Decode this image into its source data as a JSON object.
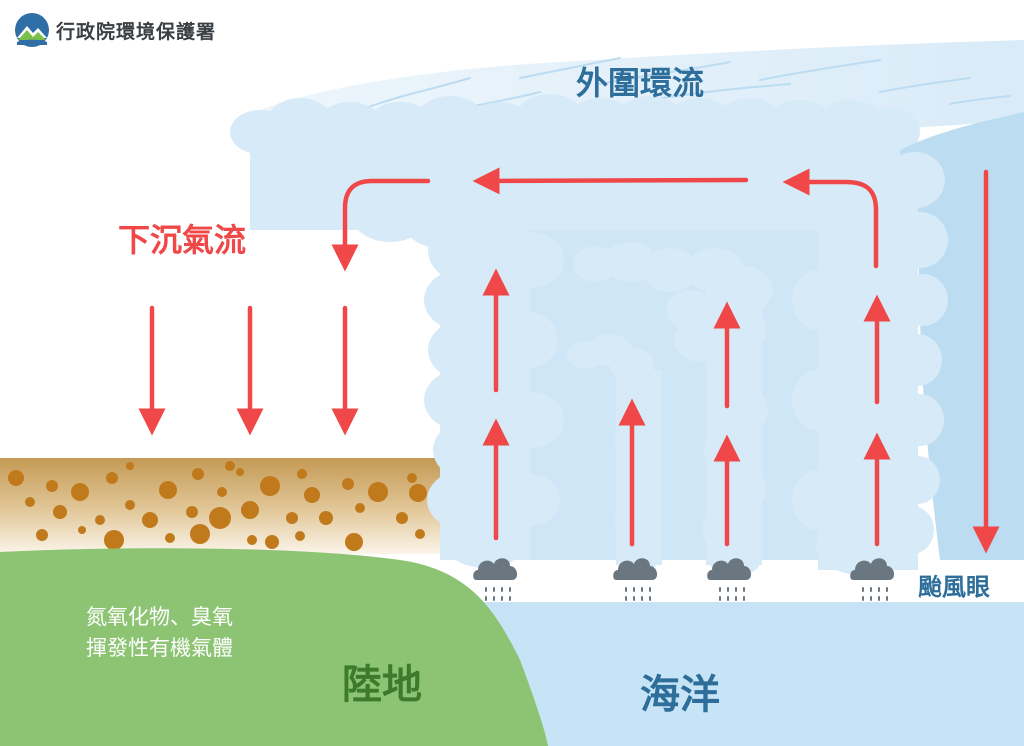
{
  "agency": {
    "name": "行政院環境保護署",
    "logo_icon": "epa-mountain-logo-icon"
  },
  "labels": {
    "outflow": "外圍環流",
    "subsidence": "下沉氣流",
    "eye": "颱風眼",
    "land": "陸地",
    "ocean": "海洋",
    "pollutants_line1": "氮氧化物、臭氧",
    "pollutants_line2": "揮發性有機氣體"
  },
  "colors": {
    "arrow": "#f04848",
    "cloud": "#d6eaf8",
    "sky_cloud": "#bcdcf2",
    "ocean": "#c7e4f6",
    "land": "#8cc474",
    "haze": "#c9a060",
    "particle": "#c07a1c",
    "rain_cloud": "#6b7780"
  }
}
